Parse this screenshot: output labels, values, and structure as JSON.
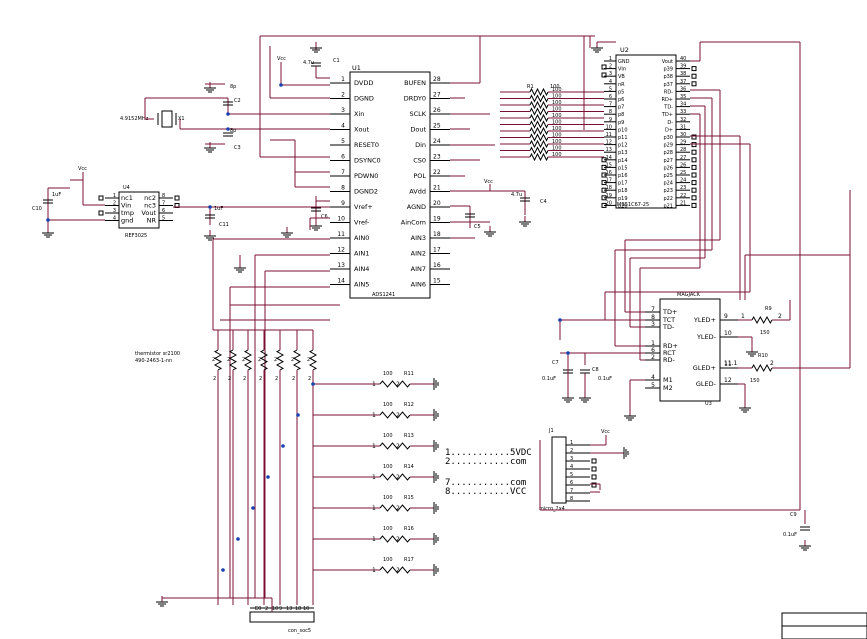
{
  "u1": {
    "ref": "U1",
    "part": "ADS1241",
    "left_pins": [
      {
        "num": "1",
        "name": "DVDD"
      },
      {
        "num": "2",
        "name": "DGND"
      },
      {
        "num": "3",
        "name": "Xin"
      },
      {
        "num": "4",
        "name": "Xout"
      },
      {
        "num": "5",
        "name": "RESET0"
      },
      {
        "num": "6",
        "name": "DSYNC0"
      },
      {
        "num": "7",
        "name": "PDWN0"
      },
      {
        "num": "8",
        "name": "DGND2"
      },
      {
        "num": "9",
        "name": "Vref+"
      },
      {
        "num": "10",
        "name": "Vref-"
      },
      {
        "num": "11",
        "name": "AIN0"
      },
      {
        "num": "12",
        "name": "AIN1"
      },
      {
        "num": "13",
        "name": "AIN4"
      },
      {
        "num": "14",
        "name": "AIN5"
      }
    ],
    "right_pins": [
      {
        "num": "28",
        "name": "BUFEN"
      },
      {
        "num": "27",
        "name": "DRDY0"
      },
      {
        "num": "26",
        "name": "SCLK"
      },
      {
        "num": "25",
        "name": "Dout"
      },
      {
        "num": "24",
        "name": "Din"
      },
      {
        "num": "23",
        "name": "CS0"
      },
      {
        "num": "22",
        "name": "POL"
      },
      {
        "num": "21",
        "name": "AVdd"
      },
      {
        "num": "20",
        "name": "AGND"
      },
      {
        "num": "19",
        "name": "AinCom"
      },
      {
        "num": "18",
        "name": "AIN3"
      },
      {
        "num": "17",
        "name": "AIN2"
      },
      {
        "num": "16",
        "name": "AIN7"
      },
      {
        "num": "15",
        "name": "AIN6"
      }
    ]
  },
  "u2": {
    "ref": "U2",
    "part": "MB51C67-25",
    "left_pins": [
      {
        "num": "1",
        "name": "GND"
      },
      {
        "num": "2",
        "name": "VIn"
      },
      {
        "num": "3",
        "name": "VB"
      },
      {
        "num": "4",
        "name": "nR"
      },
      {
        "num": "5",
        "name": "p5"
      },
      {
        "num": "6",
        "name": "p6"
      },
      {
        "num": "7",
        "name": "p7"
      },
      {
        "num": "8",
        "name": "p8"
      },
      {
        "num": "9",
        "name": "p9"
      },
      {
        "num": "10",
        "name": "p10"
      },
      {
        "num": "11",
        "name": "p11"
      },
      {
        "num": "12",
        "name": "p12"
      },
      {
        "num": "13",
        "name": "p13"
      },
      {
        "num": "14",
        "name": "p14"
      },
      {
        "num": "15",
        "name": "p15"
      },
      {
        "num": "16",
        "name": "p16"
      },
      {
        "num": "17",
        "name": "p17"
      },
      {
        "num": "18",
        "name": "p18"
      },
      {
        "num": "19",
        "name": "p19"
      },
      {
        "num": "20",
        "name": "p20"
      }
    ],
    "right_pins": [
      {
        "num": "40",
        "name": "Vout"
      },
      {
        "num": "39",
        "name": "p39"
      },
      {
        "num": "38",
        "name": "p38"
      },
      {
        "num": "37",
        "name": "p37"
      },
      {
        "num": "36",
        "name": "RD-"
      },
      {
        "num": "35",
        "name": "RD+"
      },
      {
        "num": "34",
        "name": "TD-"
      },
      {
        "num": "33",
        "name": "TD+"
      },
      {
        "num": "32",
        "name": "D-"
      },
      {
        "num": "31",
        "name": "D+"
      },
      {
        "num": "30",
        "name": "p30"
      },
      {
        "num": "29",
        "name": "p29"
      },
      {
        "num": "28",
        "name": "p28"
      },
      {
        "num": "27",
        "name": "p27"
      },
      {
        "num": "26",
        "name": "p26"
      },
      {
        "num": "25",
        "name": "p25"
      },
      {
        "num": "24",
        "name": "p24"
      },
      {
        "num": "23",
        "name": "p23"
      },
      {
        "num": "22",
        "name": "p22"
      },
      {
        "num": "21",
        "name": "p21"
      }
    ]
  },
  "u3": {
    "ref": "U3",
    "part": "MAGJACK",
    "left_pins": [
      {
        "num": "7",
        "name": "TD+"
      },
      {
        "num": "8",
        "name": "TCT"
      },
      {
        "num": "3",
        "name": "TD-"
      },
      {
        "num": "1",
        "name": "RD+"
      },
      {
        "num": "6",
        "name": "RCT"
      },
      {
        "num": "2",
        "name": "RD-"
      },
      {
        "num": "4",
        "name": "M1"
      },
      {
        "num": "5",
        "name": "M2"
      }
    ],
    "right_pins": [
      {
        "num": "9",
        "name": "YLED+"
      },
      {
        "num": "10",
        "name": "YLED-"
      },
      {
        "num": "11",
        "name": "GLED+"
      },
      {
        "num": "12",
        "name": "GLED-"
      }
    ]
  },
  "u4": {
    "ref": "U4",
    "part": "REF3025",
    "left_pins": [
      {
        "num": "1",
        "name": "nc1"
      },
      {
        "num": "2",
        "name": "Vin"
      },
      {
        "num": "3",
        "name": "tmp"
      },
      {
        "num": "4",
        "name": "gnd"
      }
    ],
    "right_pins": [
      {
        "num": "8",
        "name": "nc2"
      },
      {
        "num": "7",
        "name": "nc3"
      },
      {
        "num": "6",
        "name": "Vout"
      },
      {
        "num": "5",
        "name": "NR"
      }
    ]
  },
  "labels": {
    "vcc": "Vcc",
    "x1": "X1",
    "crystal": "4.9152MHz",
    "c1": "C1",
    "c1_val": "4.7u",
    "c2": "C2",
    "c3": "C3",
    "c4": "C4",
    "c5": "C5",
    "c6": "C6",
    "c7": "C7",
    "c8": "C8",
    "c9": "C9",
    "c10": "C10",
    "c11": "C11",
    "c4_val": "4.7u",
    "c10_val": "1uF",
    "c11_val": "1uF",
    "cap_8p": "8p",
    "cap_01": "0.1uF",
    "r1": "R1",
    "r1_val": "100",
    "r9": "R9",
    "r10": "R10",
    "r_150": "150",
    "thermistor": "thermistor sr2100",
    "thermistor_pn": "490-2463-1-nn",
    "r_100": "100",
    "j1": "J1",
    "j1_part": "micro_2x4",
    "con": "con_soc5",
    "pin_1": "1",
    "pin_2": "2",
    "pin_11": "11.1"
  },
  "r_small": [
    {
      "ref": "R11"
    },
    {
      "ref": "R12"
    },
    {
      "ref": "R13"
    },
    {
      "ref": "R14"
    },
    {
      "ref": "R15"
    },
    {
      "ref": "R16"
    },
    {
      "ref": "R17"
    }
  ],
  "therm_res": [
    "2",
    "2",
    "2",
    "2",
    "2",
    "2",
    "2"
  ],
  "notes": [
    {
      "text": "1...........5VDC"
    },
    {
      "text": "2...........com"
    },
    {
      "text": "7...........com"
    },
    {
      "text": "8...........VCC"
    }
  ],
  "j1_pins": [
    "1",
    "2",
    "3",
    "4",
    "5",
    "6",
    "7",
    "8"
  ],
  "con_pins": [
    "E0",
    "2",
    "10",
    "9",
    "13",
    "18",
    "10"
  ]
}
